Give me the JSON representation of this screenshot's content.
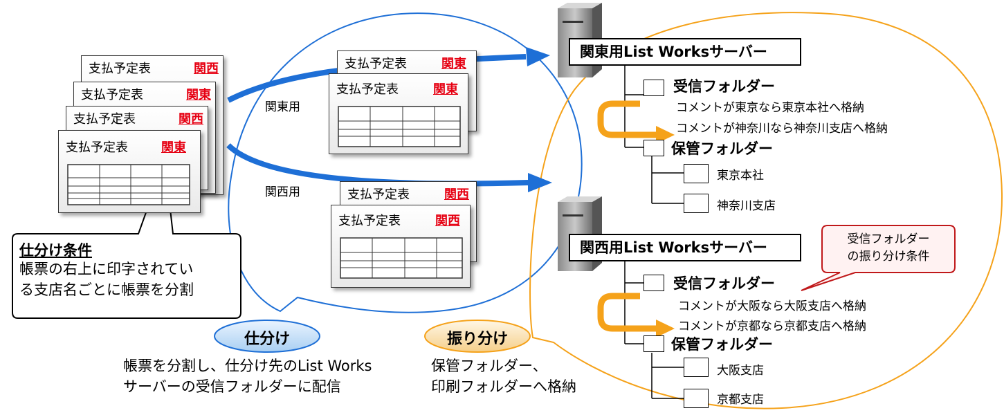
{
  "colors": {
    "blue_arrow": "#1e6fd6",
    "orange": "#f5a21a",
    "ellipse_blue": "#1e6fd6",
    "ellipse_orange": "#f5a21a",
    "red_text": "#e60012"
  },
  "doc_title": "支払予定表",
  "stack_tags": [
    "関西",
    "関東",
    "関西",
    "関東"
  ],
  "route_kanto": {
    "label": "関東用",
    "tags": [
      "関東",
      "関東"
    ]
  },
  "route_kansai": {
    "label": "関西用",
    "tags": [
      "関西",
      "関西"
    ]
  },
  "callout": {
    "title": "仕分け条件",
    "lines": [
      "帳票の右上に印字されてい",
      "る支店名ごとに帳票を分割"
    ]
  },
  "shiwake": {
    "badge": "仕分け",
    "lines": [
      "帳票を分割し、仕分け先のList Works",
      "サーバーの受信フォルダーに配信"
    ]
  },
  "furiwake": {
    "badge": "振り分け",
    "lines": [
      "保管フォルダー、",
      "印刷フォルダーへ格納"
    ]
  },
  "kanto_server": {
    "title": "関東用List Worksサーバー",
    "inbox": "受信フォルダー",
    "rules": [
      "コメントが東京なら東京本社へ格納",
      "コメントが神奈川なら神奈川支店へ格納"
    ],
    "storage": "保管フォルダー",
    "subfolders": [
      "東京本社",
      "神奈川支店"
    ]
  },
  "kansai_server": {
    "title": "関西用List Worksサーバー",
    "inbox": "受信フォルダー",
    "rules": [
      "コメントが大阪なら大阪支店へ格納",
      "コメントが京都なら京都支店へ格納"
    ],
    "storage": "保管フォルダー",
    "subfolders": [
      "大阪支店",
      "京都支店"
    ]
  },
  "rule_callout": {
    "lines": [
      "受信フォルダー",
      "の振り分け条件"
    ]
  }
}
